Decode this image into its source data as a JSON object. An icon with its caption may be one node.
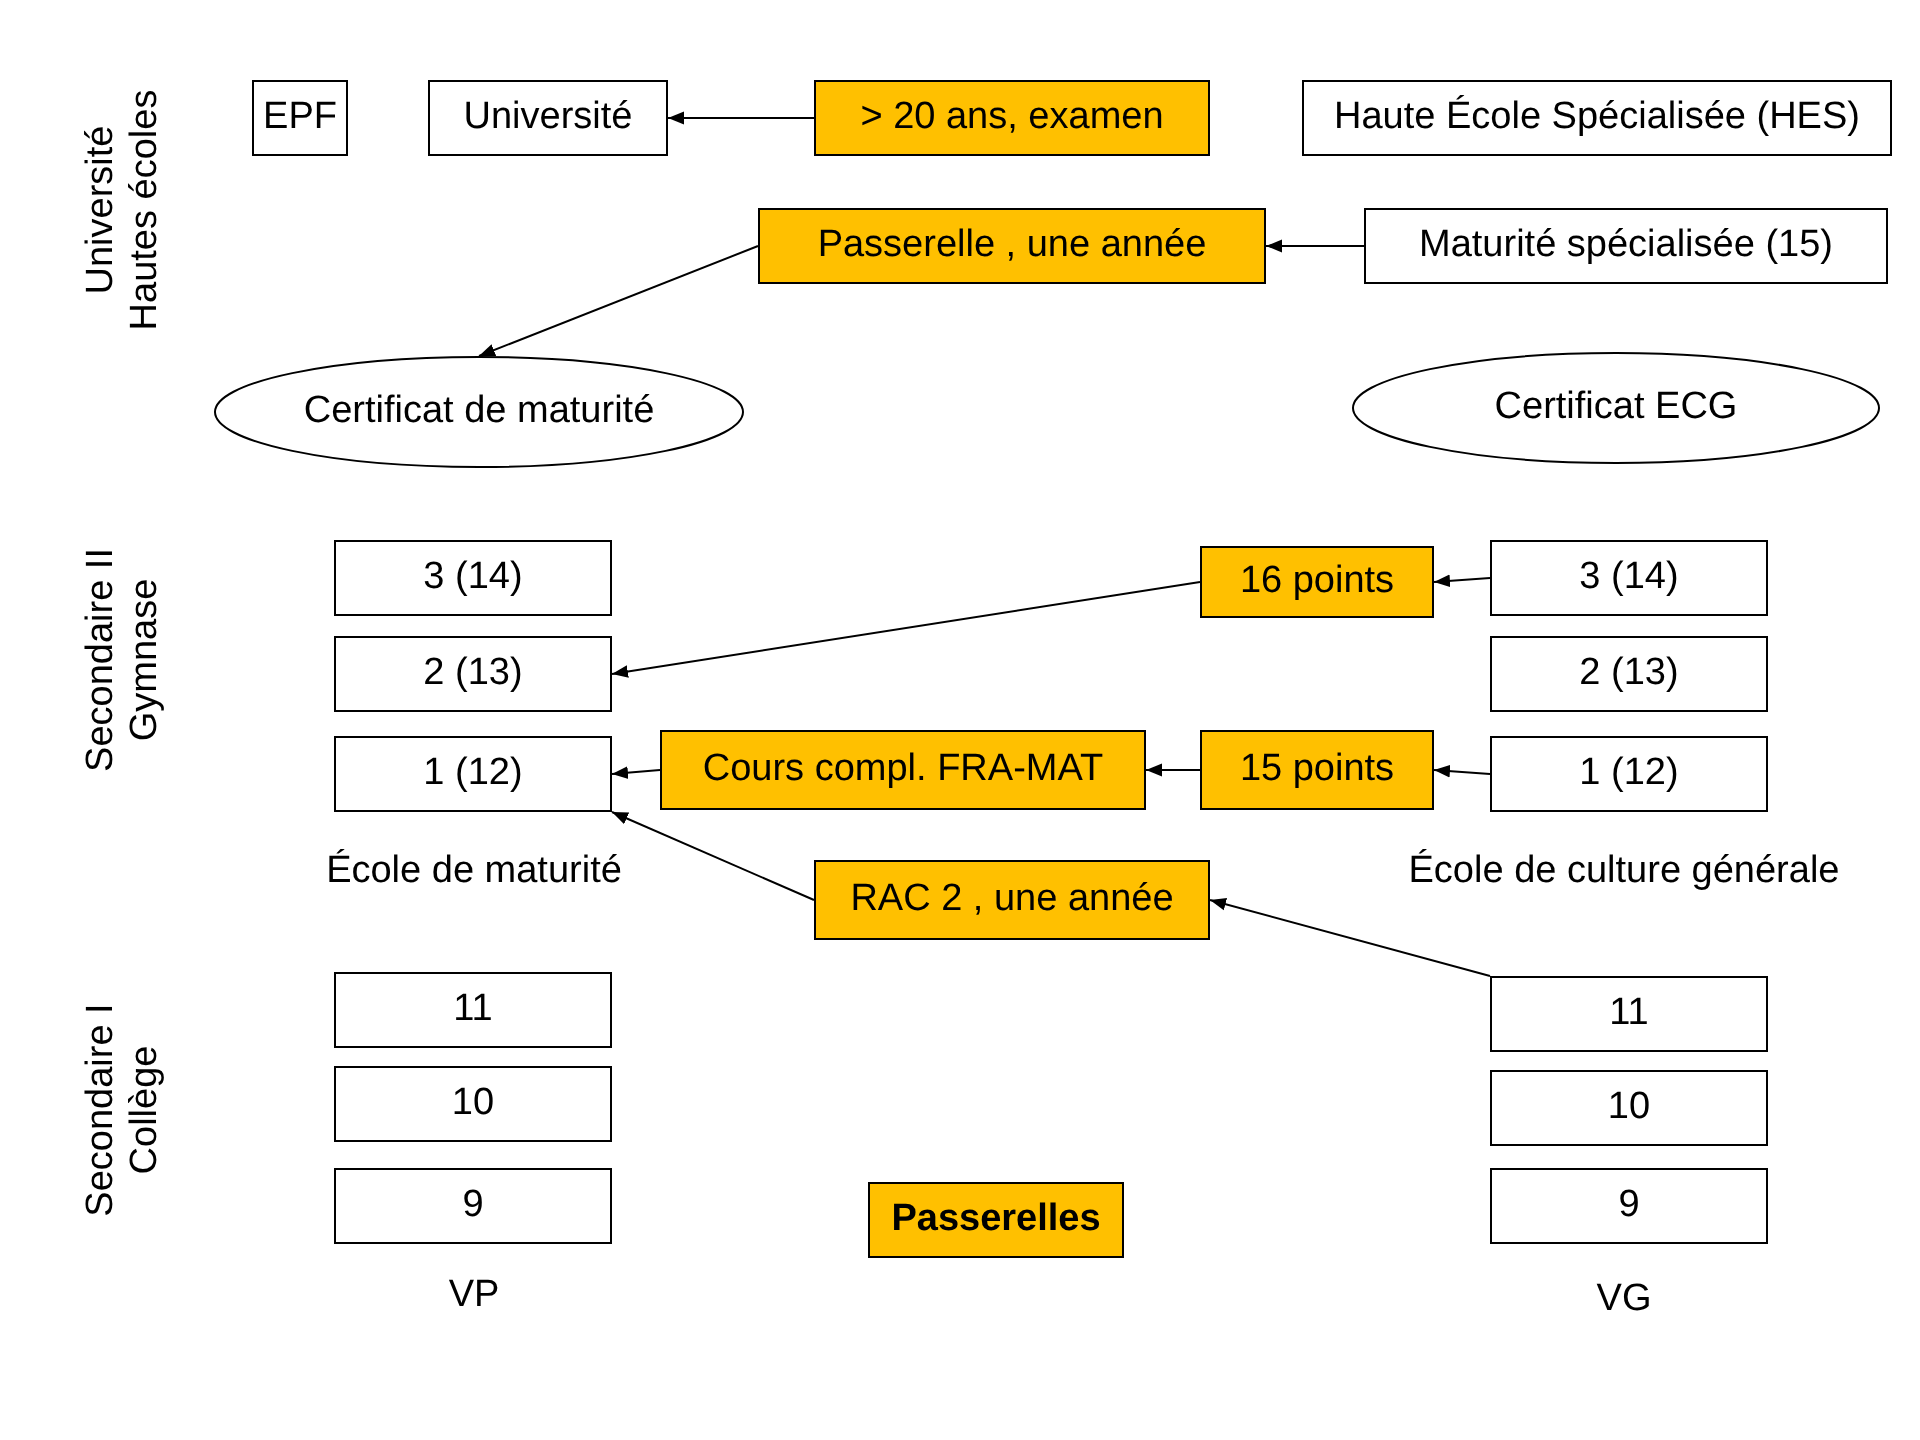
{
  "diagram": {
    "nodes": [
      {
        "text": [
          "EPF"
        ]
      },
      {
        "text": [
          "Université"
        ]
      },
      {
        "text": [
          "> 20 ans, examen"
        ]
      },
      {
        "text": [
          "Haute École Spécialisée (HES)"
        ]
      },
      {
        "text": [
          "Passerelle , une année"
        ]
      },
      {
        "text": [
          "Maturité spécialisée (15)"
        ]
      },
      {
        "text": [
          "Certificat de maturité"
        ]
      },
      {
        "text": [
          "Certificat ECG"
        ]
      },
      {
        "text": [
          "3 (14)"
        ]
      },
      {
        "text": [
          "16 points"
        ]
      },
      {
        "text": [
          "3 (14)"
        ]
      },
      {
        "text": [
          "2 (13)"
        ]
      },
      {
        "text": [
          "2 (13)"
        ]
      },
      {
        "text": [
          "1 (12)"
        ]
      },
      {
        "text": [
          "Cours compl. FRA-MAT"
        ]
      },
      {
        "text": [
          "15 points"
        ]
      },
      {
        "text": [
          "1 (12)"
        ]
      },
      {
        "text": [
          "RAC 2 , une année"
        ]
      },
      {
        "text": [
          "11"
        ]
      },
      {
        "text": [
          "11"
        ]
      },
      {
        "text": [
          "10"
        ]
      },
      {
        "text": [
          "10"
        ]
      },
      {
        "text": [
          "9"
        ]
      },
      {
        "text": [
          "9"
        ]
      },
      {
        "text": [
          "Passerelles"
        ]
      }
    ],
    "edges": [
      {
        "from": 2,
        "to": 1,
        "arrow": "to"
      },
      {
        "from": 5,
        "to": 4,
        "arrow": "to"
      },
      {
        "from": 4,
        "to": 6,
        "arrow": "to"
      },
      {
        "from": 10,
        "to": 9,
        "arrow": "to"
      },
      {
        "from": 9,
        "to": 11,
        "arrow": "to"
      },
      {
        "from": 16,
        "to": 15,
        "arrow": "to"
      },
      {
        "from": 15,
        "to": 14,
        "arrow": "to"
      },
      {
        "from": 14,
        "to": 13,
        "arrow": "to"
      },
      {
        "from": 19,
        "to": 17,
        "arrow": "to"
      },
      {
        "from": 17,
        "to": 13,
        "arrow": "to"
      }
    ],
    "labels": [
      "Université Hautes écoles",
      "Secondaire II Gymnase",
      "École de maturité",
      "École de culture générale",
      "Secondaire I Collège",
      "VP",
      "VG"
    ]
  }
}
